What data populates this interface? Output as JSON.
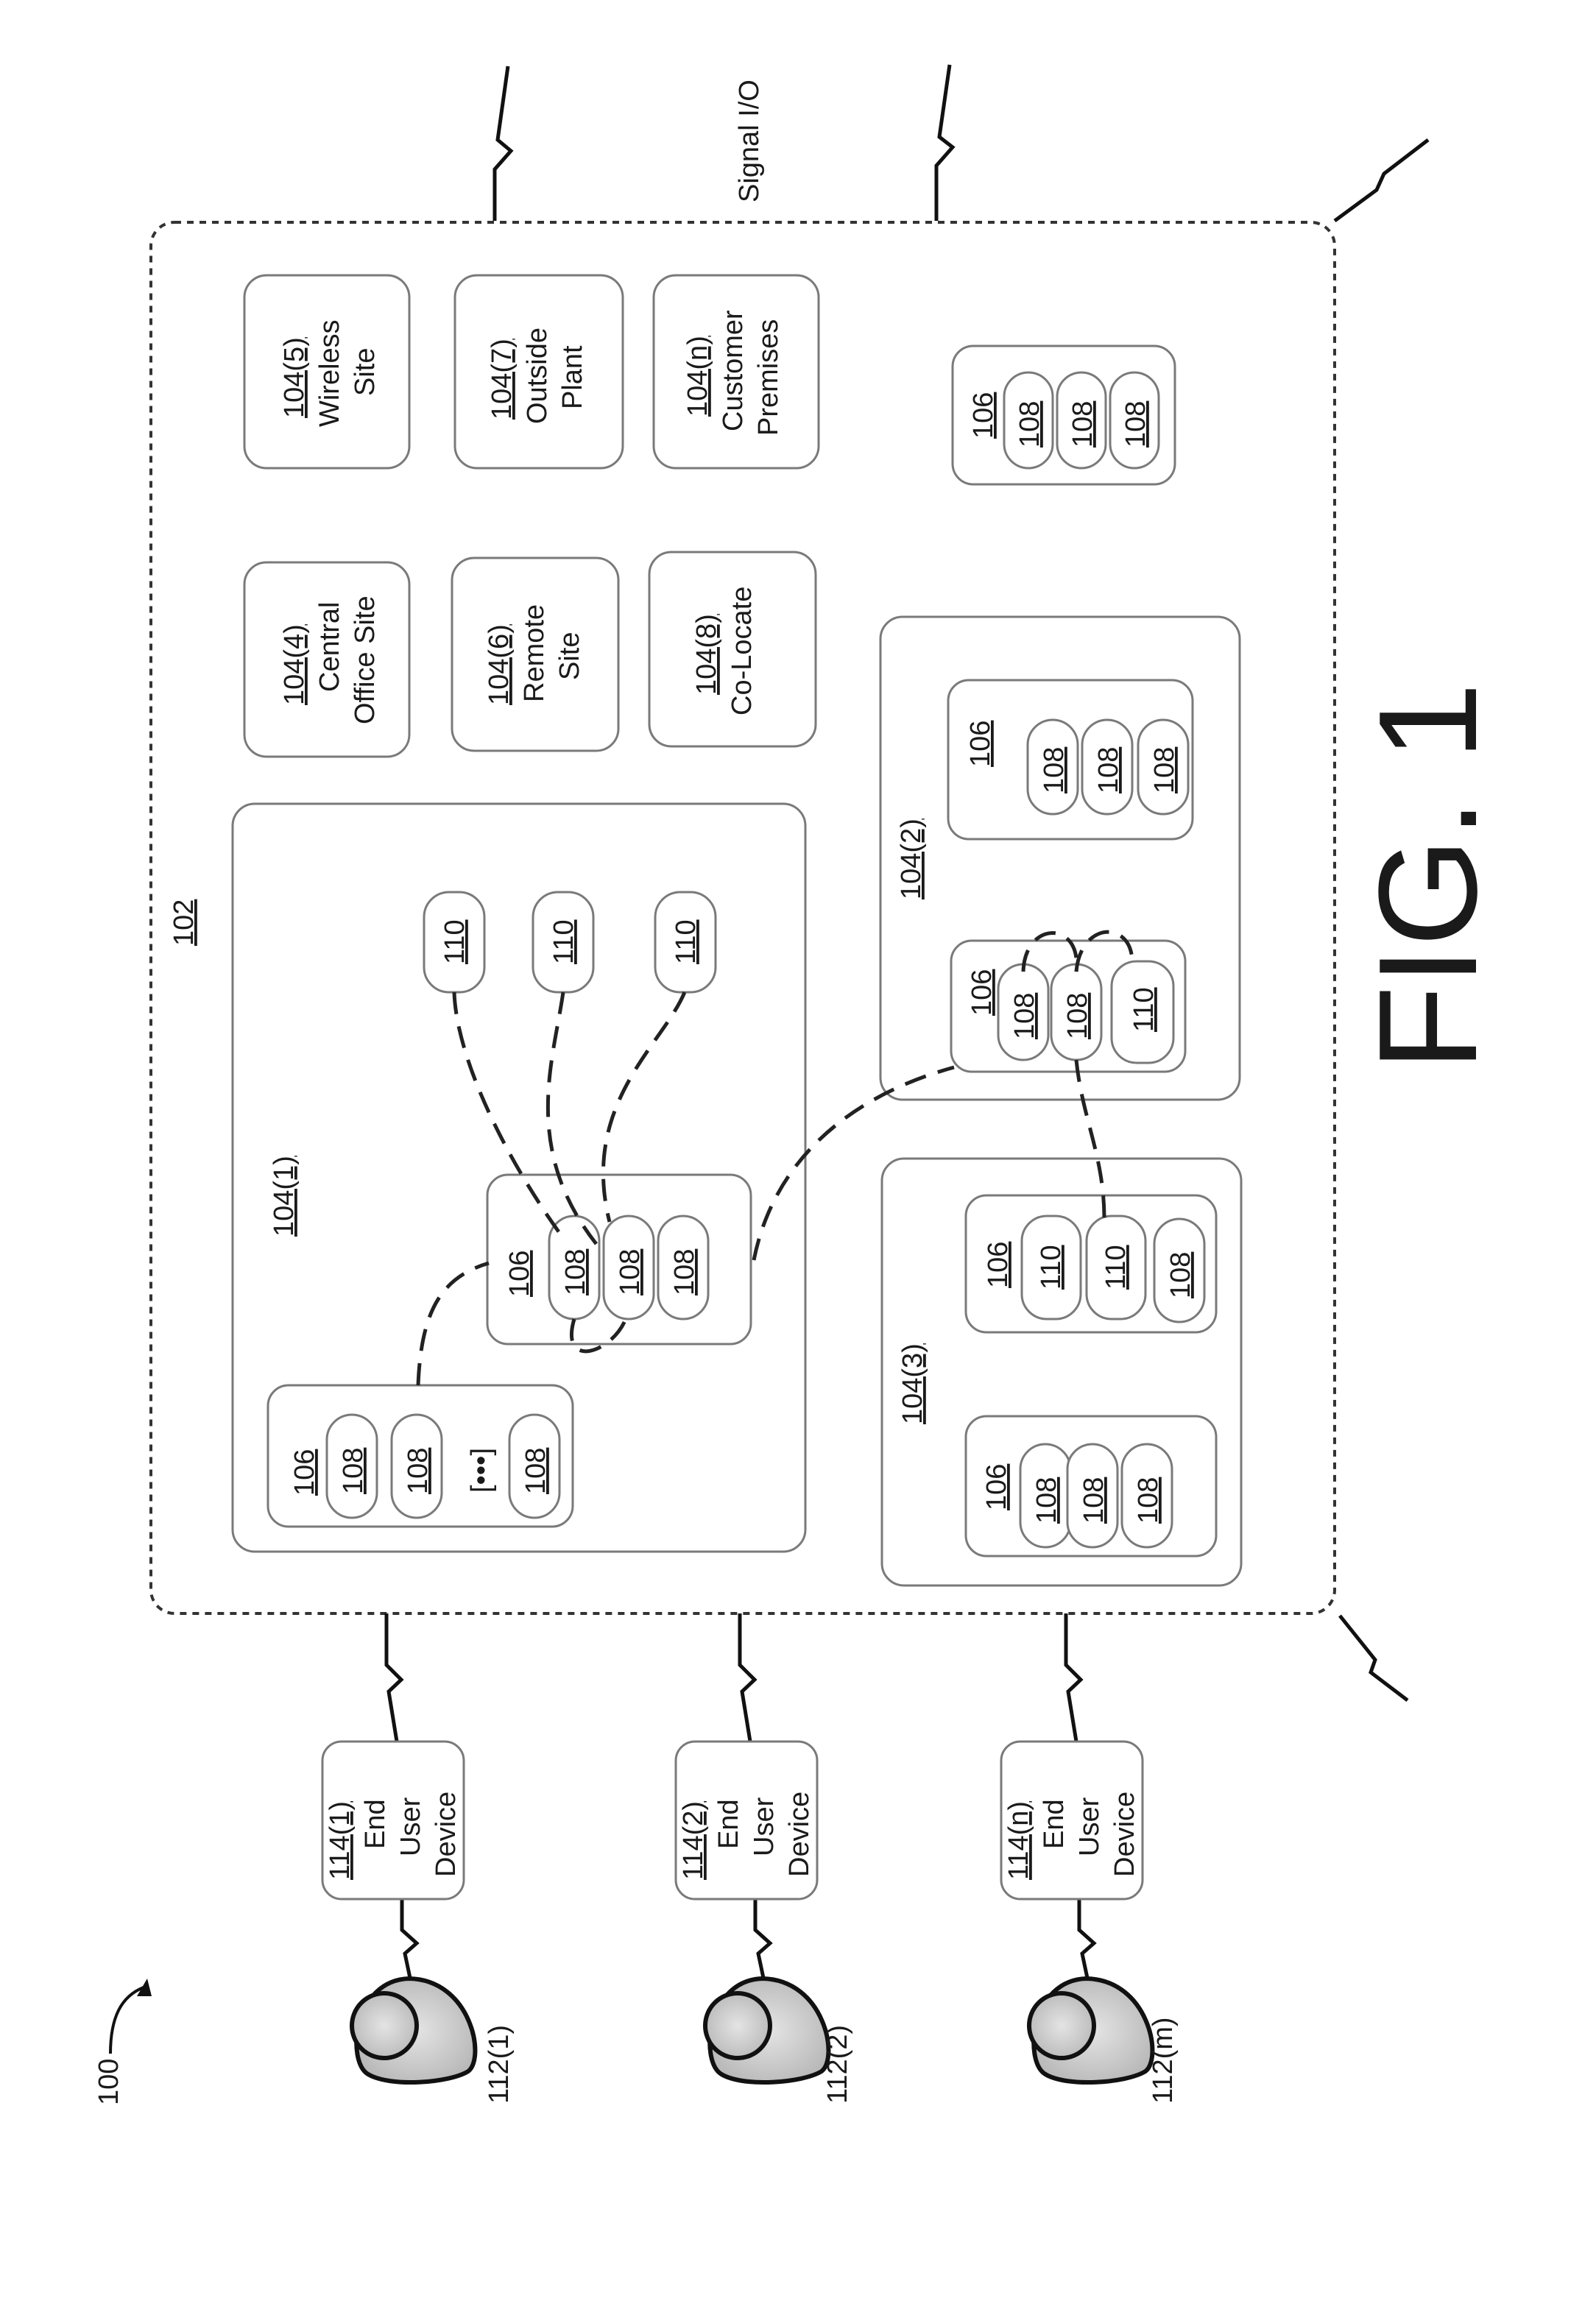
{
  "figure": {
    "number": "100",
    "caption": "FIG. 1",
    "network_ref": "102",
    "signal_label": "Signal I/O"
  },
  "sites": {
    "s1": "104(1)",
    "s2": "104(2)",
    "s3": "104(3)",
    "s4": {
      "ref": "104(4)",
      "line1": "Central",
      "line2": "Office Site"
    },
    "s5": {
      "ref": "104(5)",
      "line1": "Wireless",
      "line2": "Site"
    },
    "s6": {
      "ref": "104(6)",
      "line1": "Remote",
      "line2": "Site"
    },
    "s7": {
      "ref": "104(7)",
      "line1": "Outside",
      "line2": "Plant"
    },
    "s8": {
      "ref": "104(8)",
      "line1": "Co-Locate"
    },
    "sn": {
      "ref": "104(n)",
      "line1": "Customer",
      "line2": "Premises"
    }
  },
  "components": {
    "server": "106",
    "module": "108",
    "resource": "110",
    "ellipsis": "[•••]"
  },
  "devices": [
    {
      "ref": "114(1)",
      "line1": "End",
      "line2": "User",
      "line3": "Device"
    },
    {
      "ref": "114(2)",
      "line1": "End",
      "line2": "User",
      "line3": "Device"
    },
    {
      "ref": "114(n)",
      "line1": "End",
      "line2": "User",
      "line3": "Device"
    }
  ],
  "users": [
    "112(1)",
    "112(2)",
    "112(m)"
  ]
}
